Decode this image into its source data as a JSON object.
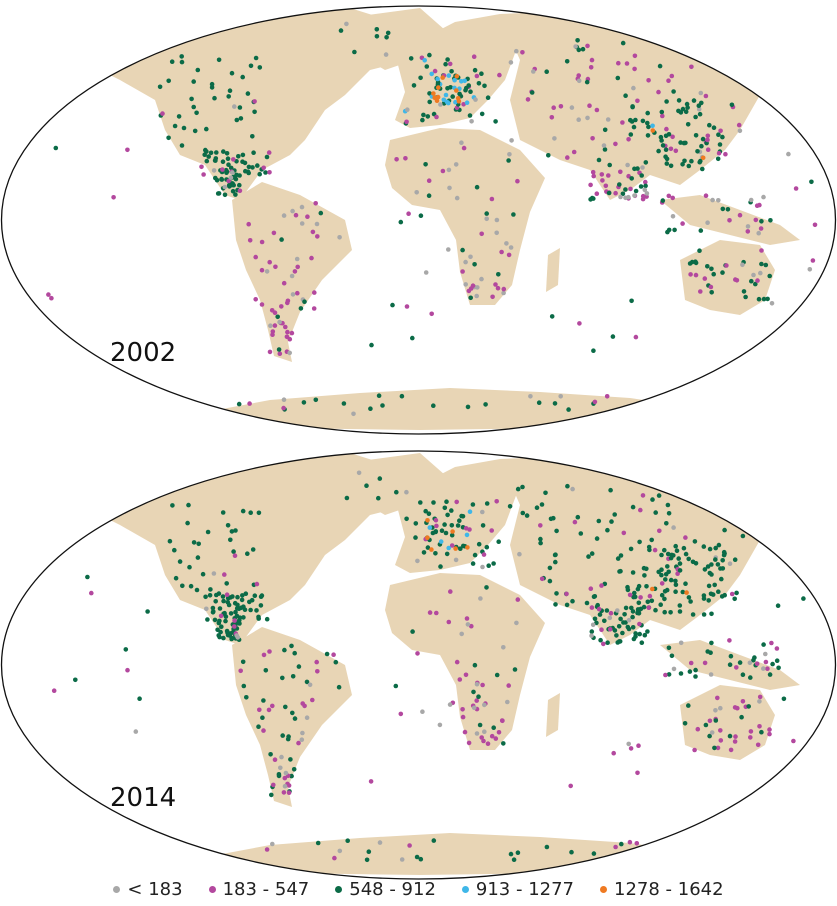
{
  "colors": {
    "land": "#e8d5b5",
    "outline": "#111111",
    "grey": "#a8a8a8",
    "purple": "#b3489e",
    "green": "#0b6b47",
    "blue": "#3fb7e8",
    "orange": "#ef7a22"
  },
  "maps": [
    {
      "year": "2002",
      "label": "2002"
    },
    {
      "year": "2014",
      "label": "2014"
    }
  ],
  "legend": {
    "items": [
      {
        "label": "< 183",
        "color": "#a8a8a8"
      },
      {
        "label": "183 - 547",
        "color": "#b3489e"
      },
      {
        "label": "548 - 912",
        "color": "#0b6b47"
      },
      {
        "label": "913 - 1277",
        "color": "#3fb7e8"
      },
      {
        "label": "1278 - 1642",
        "color": "#ef7a22"
      }
    ]
  }
}
